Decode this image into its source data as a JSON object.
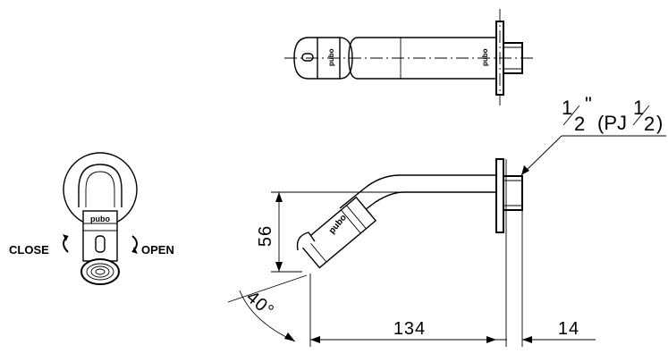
{
  "labels": {
    "close": "CLOSE",
    "open": "OPEN",
    "thread_fraction_main_num": "1",
    "thread_fraction_main_den": "2",
    "thread_inch_mark": "\"",
    "thread_pj_prefix": "(PJ",
    "thread_pj_num": "1",
    "thread_pj_den": "2",
    "thread_pj_suffix": ")"
  },
  "dimensions": {
    "height": "56",
    "angle": "40°",
    "length": "134",
    "flange": "14"
  },
  "marks": {
    "brand_top": "pubo",
    "brand_side": "pubo"
  }
}
